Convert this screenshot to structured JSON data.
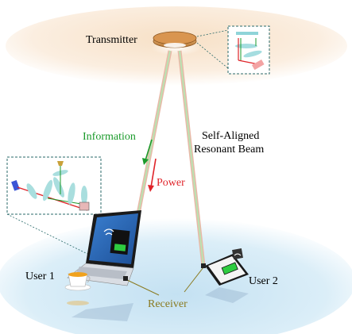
{
  "labels": {
    "transmitter": "Transmitter",
    "information": "Information",
    "power": "Power",
    "beam_line1": "Self-Aligned",
    "beam_line2": "Resonant Beam",
    "user1": "User 1",
    "user2": "User 2",
    "receiver": "Receiver"
  },
  "colors": {
    "information": "#1a9a2a",
    "power": "#e0242a",
    "receiver": "#8a7a20",
    "text": "#000000",
    "beam_outer": "#e8b9a8",
    "beam_inner": "#b9e3b2",
    "ceiling_glow": "#f4d8b8",
    "floor_glow": "#cfe6f3",
    "inset_border": "#2a6a6a"
  },
  "icons": {
    "transmitter": "ceiling-disk-icon",
    "laptop": "laptop-icon",
    "phone": "phone-icon",
    "cup": "coffee-cup-icon",
    "wifi": "wifi-icon",
    "battery": "battery-icon"
  }
}
